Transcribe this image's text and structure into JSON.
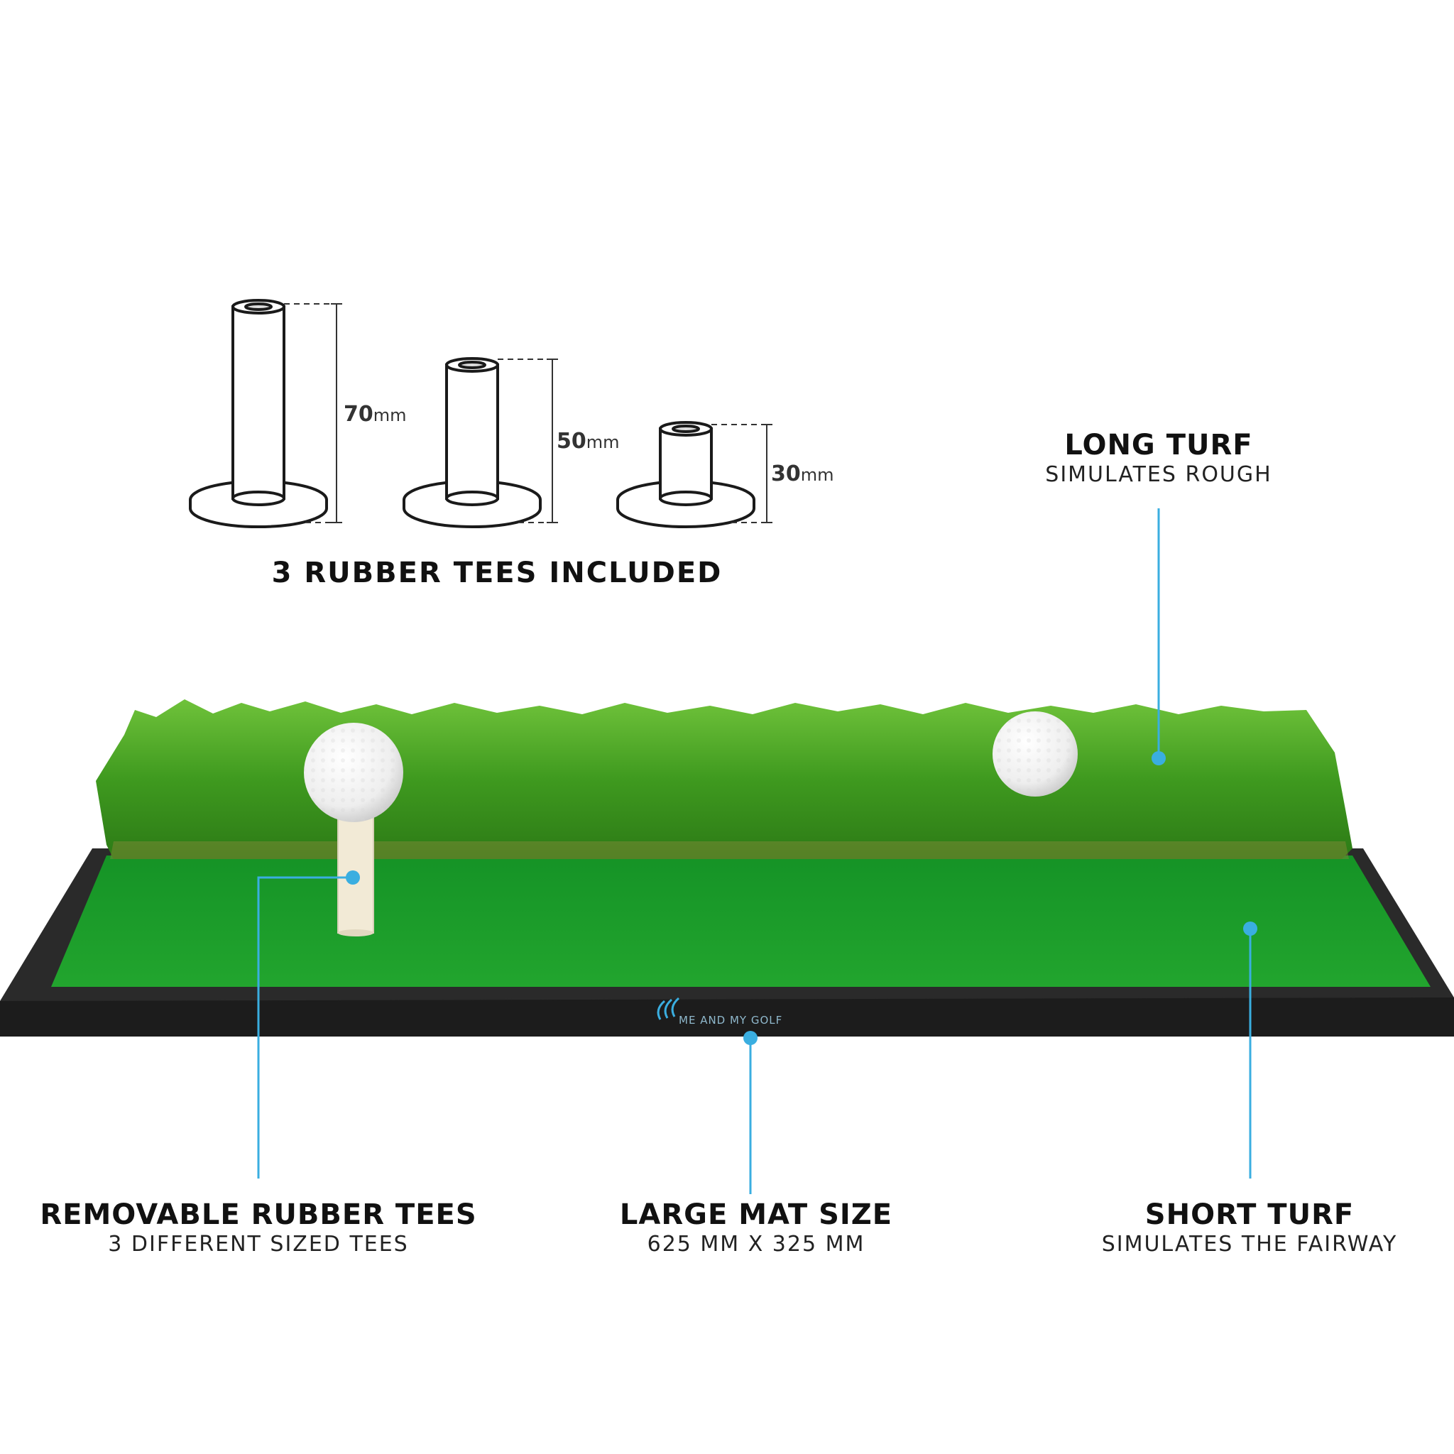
{
  "tees": {
    "title": "3 RUBBER TEES INCLUDED",
    "sizes": [
      {
        "value": "70",
        "unit": "mm"
      },
      {
        "value": "50",
        "unit": "mm"
      },
      {
        "value": "30",
        "unit": "mm"
      }
    ]
  },
  "callouts": {
    "long_turf": {
      "title": "LONG TURF",
      "subtitle": "SIMULATES ROUGH"
    },
    "rubber_tees": {
      "title": "REMOVABLE RUBBER TEES",
      "subtitle": "3 DIFFERENT SIZED TEES"
    },
    "mat_size": {
      "title": "LARGE MAT SIZE",
      "subtitle": "625 MM X 325 MM"
    },
    "short_turf": {
      "title": "SHORT TURF",
      "subtitle": "SIMULATES THE FAIRWAY"
    }
  },
  "brand": {
    "logo_text": "ME AND MY GOLF"
  },
  "colors": {
    "accent": "#3aaee0",
    "long_turf": "#3f9a1f",
    "short_turf": "#1f9a2a",
    "base": "#2a2a2a"
  }
}
